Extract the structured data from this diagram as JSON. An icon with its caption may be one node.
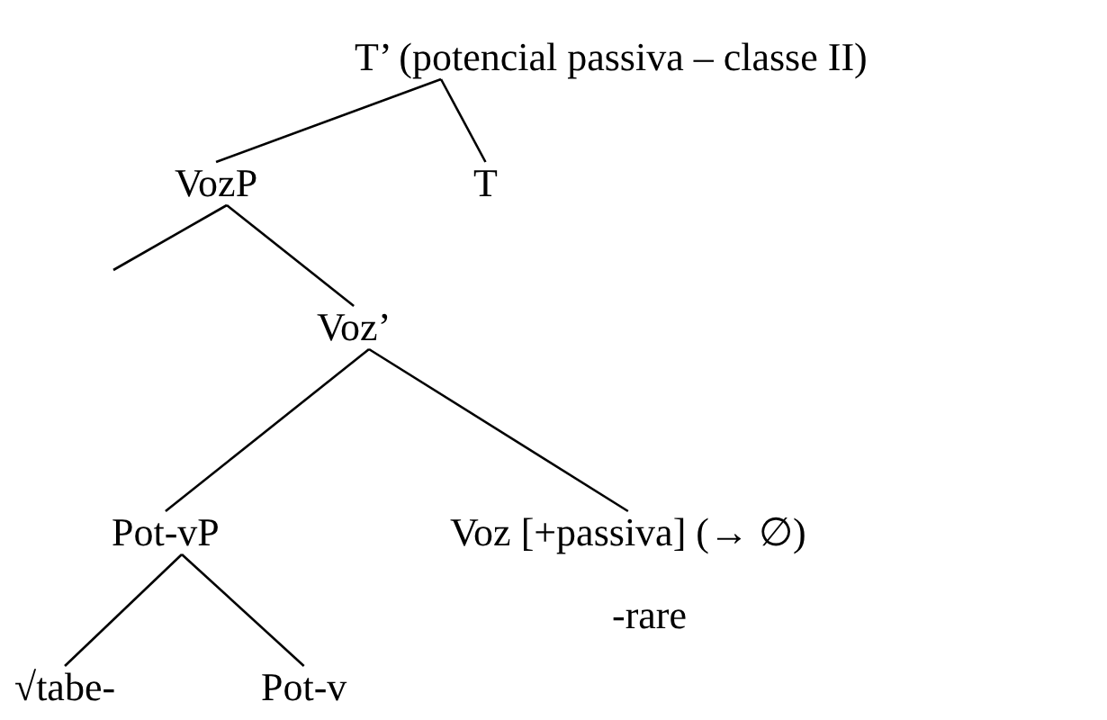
{
  "diagram": {
    "nodes": [
      {
        "text": [
          "T’ (potencial passiva – classe II)"
        ]
      },
      {
        "text": [
          "VozP"
        ]
      },
      {
        "text": [
          "T"
        ]
      },
      {
        "text": [
          "Voz’"
        ]
      },
      {
        "text": [
          "Pot-vP"
        ]
      },
      {
        "text": [
          "Voz [+passiva] (→ ∅)"
        ],
        "beside": [
          "-rare"
        ]
      },
      {
        "text": [
          "√tabe-"
        ]
      },
      {
        "text": [
          "Pot-v"
        ]
      }
    ],
    "edges": [
      {
        "from": 0,
        "to": 1,
        "arrow": "none"
      },
      {
        "from": 0,
        "to": 2,
        "arrow": "none"
      },
      {
        "from": 1,
        "to": null,
        "arrow": "none"
      },
      {
        "from": 1,
        "to": 3,
        "arrow": "none"
      },
      {
        "from": 3,
        "to": 4,
        "arrow": "none"
      },
      {
        "from": 3,
        "to": 5,
        "arrow": "none"
      },
      {
        "from": 4,
        "to": 6,
        "arrow": "none"
      },
      {
        "from": 4,
        "to": 7,
        "arrow": "none"
      }
    ]
  }
}
